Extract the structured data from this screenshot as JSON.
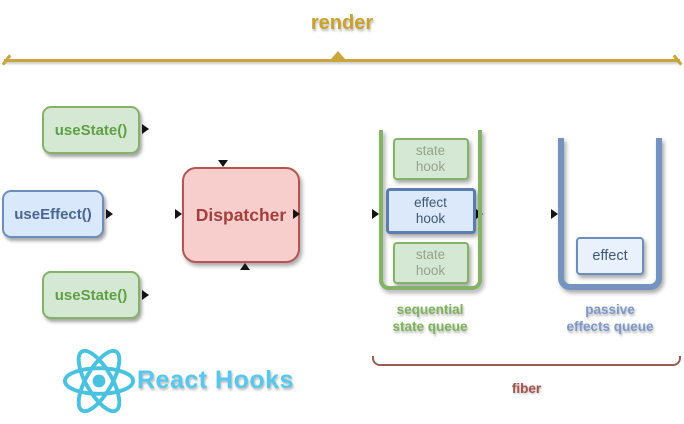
{
  "diagram": {
    "render_phase": {
      "label": "render"
    },
    "hooks": [
      {
        "id": "use-state-1",
        "label": "useState()"
      },
      {
        "id": "use-effect",
        "label": "useEffect()"
      },
      {
        "id": "use-state-2",
        "label": "useState()"
      }
    ],
    "dispatcher": {
      "label": "Dispatcher"
    },
    "state_queue": {
      "items": [
        {
          "line1": "state",
          "line2": "hook"
        },
        {
          "line1": "effect",
          "line2": "hook"
        },
        {
          "line1": "state",
          "line2": "hook"
        }
      ],
      "caption_line1": "sequential",
      "caption_line2": "state queue"
    },
    "effects_queue": {
      "items": [
        {
          "label": "effect"
        }
      ],
      "caption_line1": "passive",
      "caption_line2": "effects queue"
    },
    "fiber": {
      "label": "fiber"
    },
    "branding": {
      "label": "React Hooks"
    }
  },
  "colors": {
    "render_gold": "#C9A227",
    "green_fill": "#D5E8D4",
    "green_stroke": "#82B366",
    "blue_fill": "#DAE8FC",
    "blue_stroke": "#6C8EBF",
    "dispatcher_fill": "#F8CECC",
    "dispatcher_stroke": "#B85450",
    "fiber_color": "#9C5B53",
    "react_blue": "#55C8F2",
    "arrow_black": "#141414"
  },
  "icons": {
    "react_logo": "react-atom-icon",
    "arrowhead": "small-black-triangle",
    "render_center_marker": "up-triangle"
  }
}
